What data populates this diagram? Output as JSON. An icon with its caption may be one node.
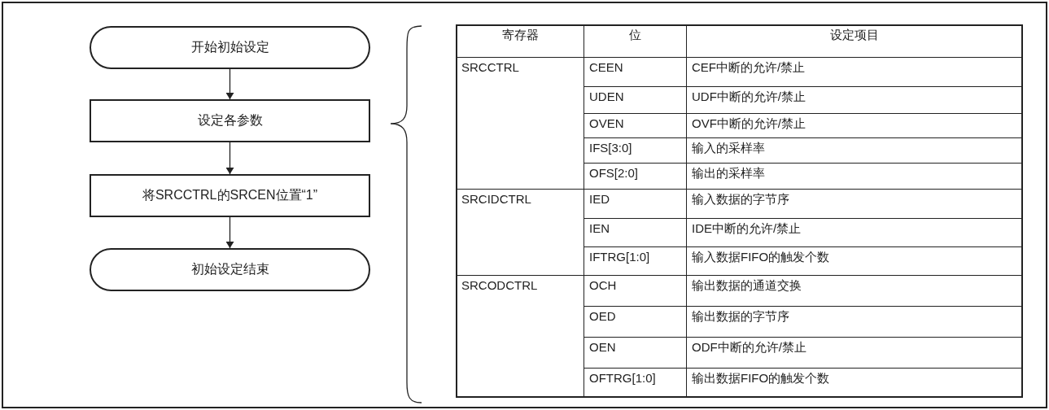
{
  "diagram": {
    "nodes": [
      {
        "text": [
          "开始初始设定"
        ]
      },
      {
        "text": [
          "设定各参数"
        ]
      },
      {
        "text": [
          "将SRCCTRL的SRCEN位置“1”"
        ]
      },
      {
        "text": [
          "初始设定结束"
        ]
      }
    ],
    "edges": [
      {
        "from": 0,
        "to": 1,
        "arrow": "to"
      },
      {
        "from": 1,
        "to": 2,
        "arrow": "to"
      },
      {
        "from": 2,
        "to": 3,
        "arrow": "to"
      }
    ],
    "labels": [
      "寄存器",
      "位",
      "设定项目",
      "SRCCTRL",
      "CEEN",
      "CEF中断的允许/禁止",
      "UDEN",
      "UDF中断的允许/禁止",
      "OVEN",
      "OVF中断的允许/禁止",
      "IFS[3:0]",
      "输入的采样率",
      "OFS[2:0]",
      "输出的采样率",
      "SRCIDCTRL",
      "IED",
      "输入数据的字节序",
      "IEN",
      "IDE中断的允许/禁止",
      "IFTRG[1:0]",
      "输入数据FIFO的触发个数",
      "SRCODCTRL",
      "OCH",
      "输出数据的通道交换",
      "OED",
      "输出数据的字节序",
      "OEN",
      "ODF中断的允许/禁止",
      "OFTRG[1:0]",
      "输出数据FIFO的触发个数"
    ]
  }
}
